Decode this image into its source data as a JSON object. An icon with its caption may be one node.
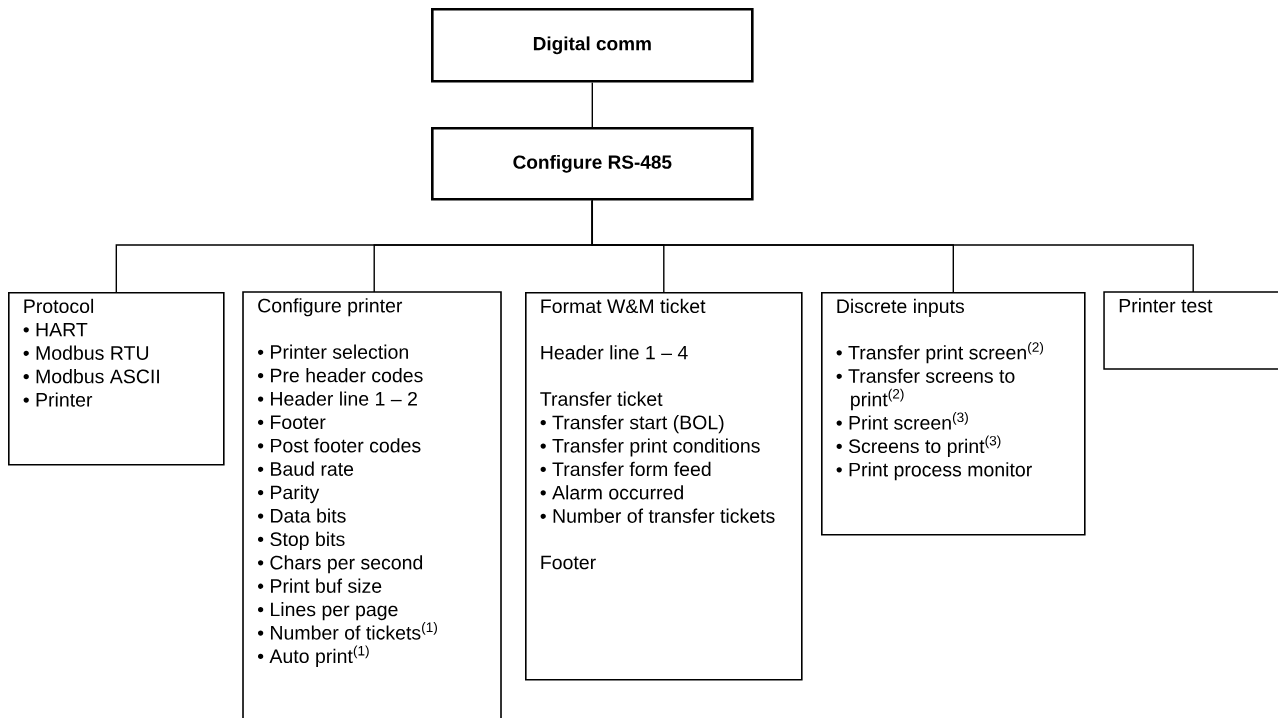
{
  "diagram": {
    "nodes": [
      {
        "text": [
          "Digital comm"
        ]
      },
      {
        "text": [
          "Configure RS-485"
        ]
      },
      {
        "text": [
          "Protocol",
          "• HART",
          "• Modbus RTU",
          "• Modbus ASCII",
          "• Printer"
        ]
      },
      {
        "text": [
          "Configure printer",
          "• Printer selection",
          "• Pre header codes",
          "• Header line 1 – 2",
          "• Footer",
          "• Post footer codes",
          "• Baud rate",
          "• Parity",
          "• Data bits",
          "• Stop bits",
          "• Chars per second",
          "• Print buf size",
          "• Lines per page",
          "• Number of tickets$^{(1)}$",
          "• Auto print$^{(1)}$"
        ]
      },
      {
        "text": [
          "Format W&M ticket",
          "Header line 1 – 4",
          "Transfer ticket",
          "• Transfer start (BOL)",
          "• Transfer print conditions",
          "• Transfer form feed",
          "• Alarm occurred",
          "• Number of transfer tickets",
          "Footer"
        ]
      },
      {
        "text": [
          "Discrete inputs",
          "• Transfer print screen$^{(2)}$",
          "• Transfer screens to print$^{(2)}$",
          "• Print screen$^{(3)}$",
          "• Screens to print$^{(3)}$",
          "• Print process monitor"
        ]
      },
      {
        "text": [
          "Printer test"
        ]
      }
    ],
    "edges": [
      {
        "from": 0,
        "to": 1,
        "arrow": "none"
      },
      {
        "from": 1,
        "to": 2,
        "arrow": "none"
      },
      {
        "from": 1,
        "to": 3,
        "arrow": "none"
      },
      {
        "from": 1,
        "to": 4,
        "arrow": "none"
      },
      {
        "from": 1,
        "to": 5,
        "arrow": "none"
      },
      {
        "from": 1,
        "to": 6,
        "arrow": "none"
      }
    ]
  }
}
